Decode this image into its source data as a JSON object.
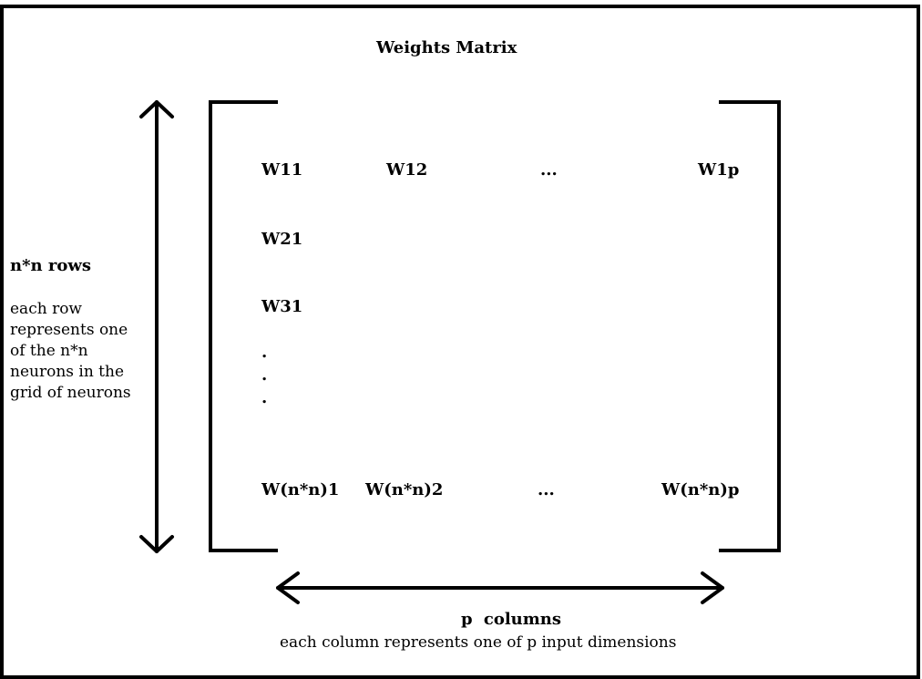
{
  "title": "Weights Matrix",
  "matrix": {
    "row1": [
      "W11",
      "W12",
      "...",
      "W1p"
    ],
    "row2": [
      "W21"
    ],
    "row3": [
      "W31"
    ],
    "vdots": [
      ".",
      ".",
      "."
    ],
    "last_row": [
      "W(n*n)1",
      "W(n*n)2",
      "...",
      "W(n*n)p"
    ]
  },
  "rows_label": {
    "title": "n*n rows",
    "description": "each row represents one of the n*n neurons in the grid of neurons"
  },
  "columns_label": {
    "title": "p  columns",
    "description": "each column represents one of p input dimensions"
  }
}
